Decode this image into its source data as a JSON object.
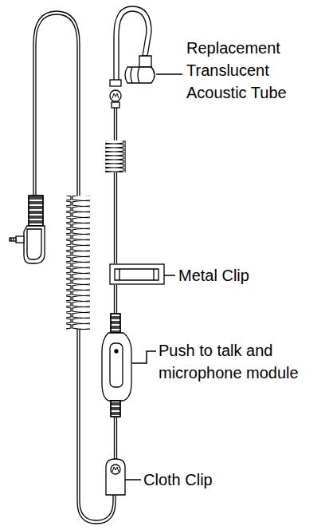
{
  "diagram": {
    "labels": [
      "Replacement Translucent Acoustic Tube",
      "Metal Clip",
      "Push to talk and microphone module",
      "Cloth Clip"
    ]
  }
}
